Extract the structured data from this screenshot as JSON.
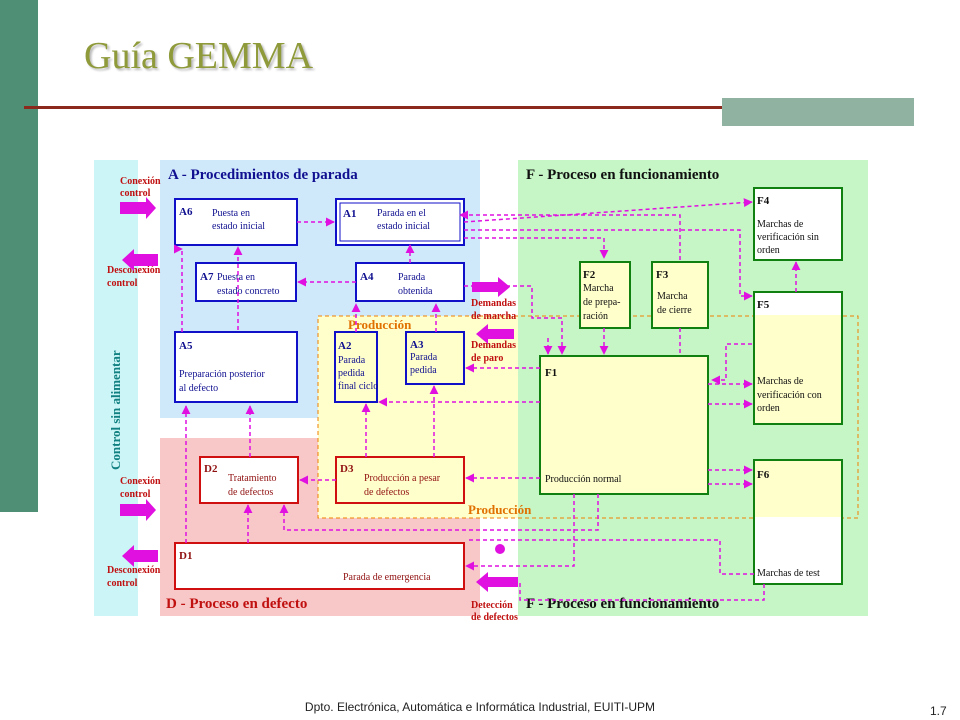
{
  "page": {
    "title": "Guía GEMMA",
    "footer": "Dpto. Electrónica, Automática e Informática Industrial, EUITI-UPM",
    "page_number": "1.7"
  },
  "diagram": {
    "left_column": {
      "vertical_label": "Control sin alimentar",
      "labels": [
        "Conexión",
        "control",
        "Desconexión",
        "control",
        "Conexión",
        "control",
        "Desconexión",
        "control"
      ]
    },
    "zones": {
      "a_title": "A - Procedimientos de parada",
      "f_title_top": "F - Proceso en funcionamiento",
      "d_title": "D - Proceso en defecto",
      "f_title_bottom": "F - Proceso en funcionamiento",
      "produccion": "Producción"
    },
    "side_labels": {
      "demandas_marcha": [
        "Demandas",
        "de marcha"
      ],
      "demandas_paro": [
        "Demandas",
        "de paro"
      ],
      "deteccion": [
        "Detección",
        "de defectos"
      ]
    },
    "boxes": {
      "a6": {
        "code": "A6",
        "lines": [
          "Puesta en",
          "estado inicial"
        ]
      },
      "a1": {
        "code": "A1",
        "lines": [
          "Parada en el",
          "estado inicial"
        ]
      },
      "a7": {
        "code": "A7",
        "lines": [
          "Puesta en",
          "estado concreto"
        ]
      },
      "a4": {
        "code": "A4",
        "lines": [
          "Parada",
          "obtenida"
        ]
      },
      "a5": {
        "code": "A5",
        "lines": [
          "Preparación posterior",
          "al defecto"
        ]
      },
      "a2": {
        "code": "A2",
        "lines": [
          "Parada",
          "pedida",
          "final ciclo"
        ]
      },
      "a3": {
        "code": "A3",
        "lines": [
          "Parada",
          "pedida"
        ]
      },
      "f1": {
        "code": "F1",
        "lines": [
          "Producción normal"
        ]
      },
      "f2": {
        "code": "F2",
        "lines": [
          "Marcha",
          "de prepa-",
          "ración"
        ]
      },
      "f3": {
        "code": "F3",
        "lines": [
          "Marcha",
          "de cierre"
        ]
      },
      "f4": {
        "code": "F4",
        "lines": [
          "Marchas de",
          "verificación sin",
          "orden"
        ]
      },
      "f5": {
        "code": "F5",
        "lines": [
          "Marchas de",
          "verificación con",
          "orden"
        ]
      },
      "f6": {
        "code": "F6",
        "lines": [
          "Marchas de test"
        ]
      },
      "d2": {
        "code": "D2",
        "lines": [
          "Tratamiento",
          "de defectos"
        ]
      },
      "d3": {
        "code": "D3",
        "lines": [
          "Producción a pesar",
          "de defectos"
        ]
      },
      "d1": {
        "code": "D1",
        "lines": [
          "Parada de emergencia"
        ]
      }
    },
    "colors": {
      "zone_a": "#cfe9fb",
      "zone_f": "#c6f6c6",
      "zone_d": "#f8c8c8",
      "zone_control": "#ccf5f8",
      "produccion_zone": "#ffffcc",
      "box_blue": "#1010c8",
      "box_red": "#d01010",
      "box_green": "#108010",
      "arrow": "#e010e0",
      "label_red": "#c01010",
      "produccion_text": "#e07000"
    }
  }
}
